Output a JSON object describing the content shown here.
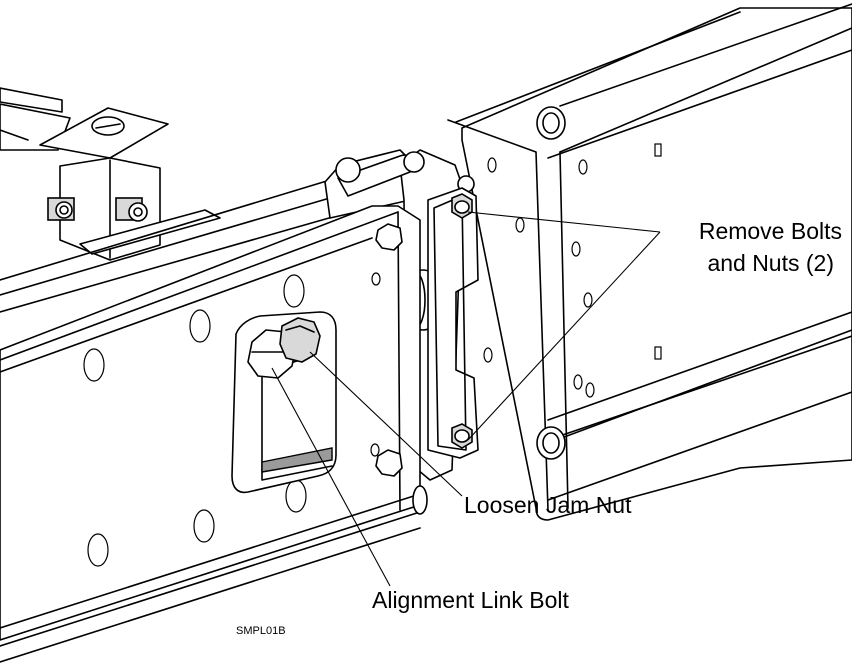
{
  "callouts": {
    "remove_bolts_line1": "Remove Bolts",
    "remove_bolts_line2": "and Nuts (2)",
    "loosen_jam_nut": "Loosen Jam Nut",
    "alignment_link_bolt": "Alignment Link Bolt"
  },
  "figure_code": "SMPL01B",
  "colors": {
    "line": "#000000",
    "background": "#ffffff",
    "shade": "#d9d9d9"
  }
}
